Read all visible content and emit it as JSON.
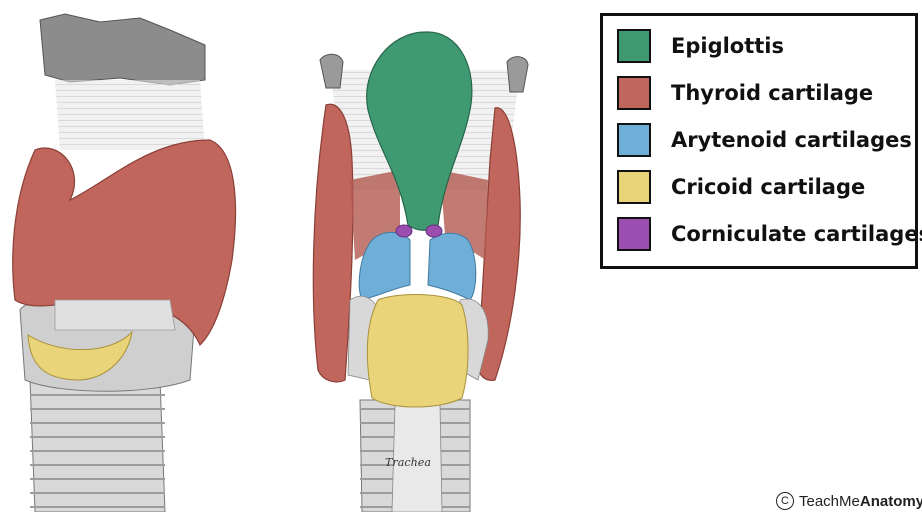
{
  "colors": {
    "epiglottis": "#3f9a72",
    "thyroid": "#c0665c",
    "arytenoid": "#6faed6",
    "cricoid": "#e9d47a",
    "corniculate": "#9a4fb0",
    "cartilage_gray": "#cfcfcf",
    "ligament_gray": "#e2e2e2"
  },
  "legend": {
    "items": [
      {
        "label": "Epiglottis",
        "color": "#3f9a72"
      },
      {
        "label": "Thyroid cartilage",
        "color": "#c0665c"
      },
      {
        "label": "Arytenoid cartilages",
        "color": "#6faed6"
      },
      {
        "label": "Cricoid cartilage",
        "color": "#e9d47a"
      },
      {
        "label": "Corniculate cartilages",
        "color": "#9a4fb0"
      }
    ]
  },
  "illustration": {
    "trachea_label": "Trachea"
  },
  "watermark": {
    "icon": "copyright-icon",
    "brand_regular": "TeachMe",
    "brand_bold": "Anatomy"
  }
}
